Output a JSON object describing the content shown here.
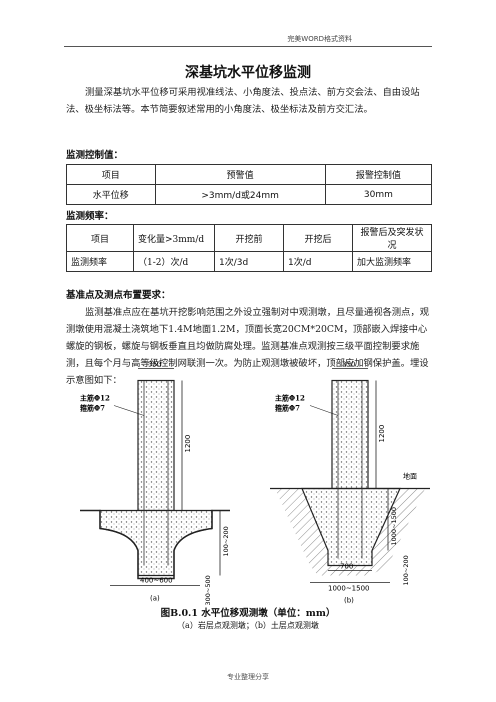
{
  "header": {
    "text": "完美WORD格式资料"
  },
  "title": "深基坑水平位移监测",
  "intro": "测量深基坑水平位移可采用视准线法、小角度法、投点法、前方交会法、自由设站法、极坐标法等。本节简要叙述常用的小角度法、极坐标法及前方交汇法。",
  "control_heading": "监测控制值：",
  "control_table": {
    "headers": [
      "项目",
      "预警值",
      "报警控制值"
    ],
    "row": [
      "水平位移",
      ">3mm/d或24mm",
      "30mm"
    ]
  },
  "freq_heading": "监测频率：",
  "freq_table": {
    "headers": [
      "项目",
      "变化量>3mm/d",
      "开挖前",
      "开挖后",
      "报警后及突发状况"
    ],
    "row": [
      "监测频率",
      "（1-2）次/d",
      "1次/3d",
      "1次/d",
      "加大监测频率"
    ]
  },
  "points_heading": "基准点及测点布置要求：",
  "points_text": "监测基准点应在基坑开挖影响范围之外设立强制对中观测墩，且尽量通视各测点，观测墩使用混凝土浇筑地下1.4M地面1.2M，顶面长宽20CM*20CM，顶部嵌入焊接中心螺旋的钢板，螺旋与钢板垂直且均做防腐处理。监测基准点观测按三级平面控制要求施测，且每个月与高等级控制网联测一次。为防止观测墩被破坏，顶部应加钢保护盖。埋设示意图如下：",
  "diagram": {
    "a": {
      "rebar1": "主筋Φ12",
      "rebar2": "箍筋Φ7",
      "top_width": "350",
      "height": "1200",
      "base_h": "100~200",
      "foot_h": "300~500",
      "base_w": "400~600",
      "label": "(a)"
    },
    "b": {
      "rebar1": "主筋Φ12",
      "rebar2": "箍筋Φ7",
      "top_width": "350",
      "height": "1200",
      "ground": "地面",
      "depth": "1000~1500",
      "base_h": "100~200",
      "base_w1": "700",
      "base_w2": "1000~1500",
      "label": "(b)"
    }
  },
  "caption1": "图B.0.1  水平位移观测墩（单位：mm）",
  "caption2": "（a）岩层点观测墩；（b）土层点观测墩",
  "footer": "专业整理分享"
}
